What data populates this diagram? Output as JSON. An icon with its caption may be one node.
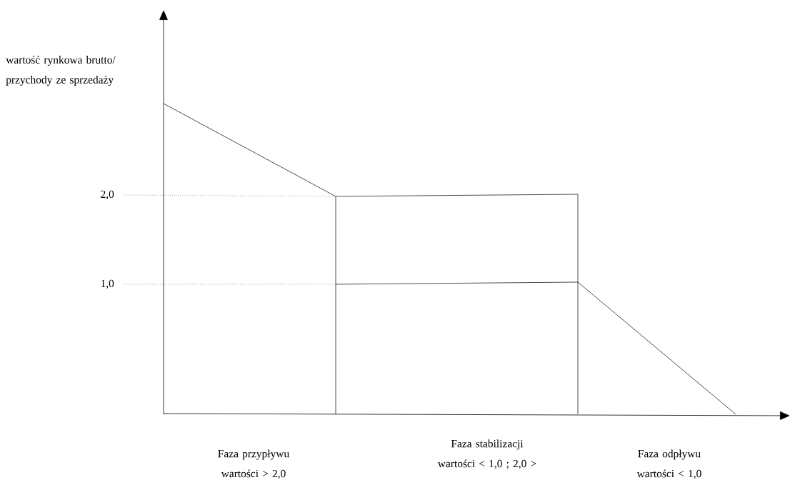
{
  "diagram": {
    "labels": [
      "wartość rynkowa brutto/ przychody ze sprzedaży",
      "2,0",
      "1,0",
      "Faza przypływu wartości > 2,0",
      "Faza stabilizacji wartości < 1,0 ; 2,0 >",
      "Faza odpływu wartości < 1,0"
    ]
  }
}
